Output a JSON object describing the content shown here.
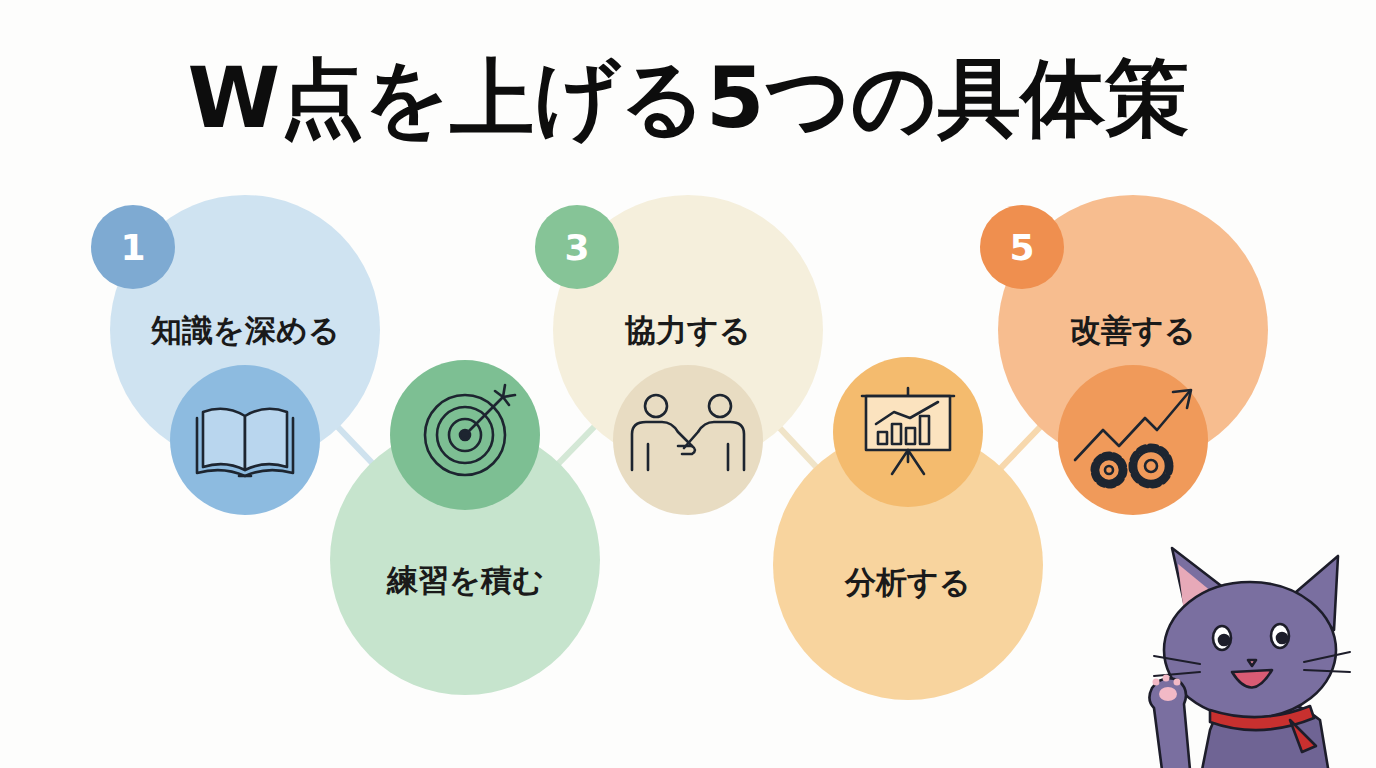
{
  "diagram": {
    "title": "W点を上げる5つの具体策",
    "nodes": [
      {
        "text": [
          "知識を深める"
        ]
      },
      {
        "text": [
          "練習を積む"
        ]
      },
      {
        "text": [
          "協力する"
        ]
      },
      {
        "text": [
          "分析する"
        ]
      },
      {
        "text": [
          "改善する"
        ]
      }
    ],
    "edges": [
      {
        "from": 0,
        "to": 1,
        "arrow": "none"
      },
      {
        "from": 1,
        "to": 2,
        "arrow": "none"
      },
      {
        "from": 2,
        "to": 3,
        "arrow": "none"
      },
      {
        "from": 3,
        "to": 4,
        "arrow": "none"
      }
    ],
    "labels": [
      "1",
      "3",
      "5"
    ]
  }
}
